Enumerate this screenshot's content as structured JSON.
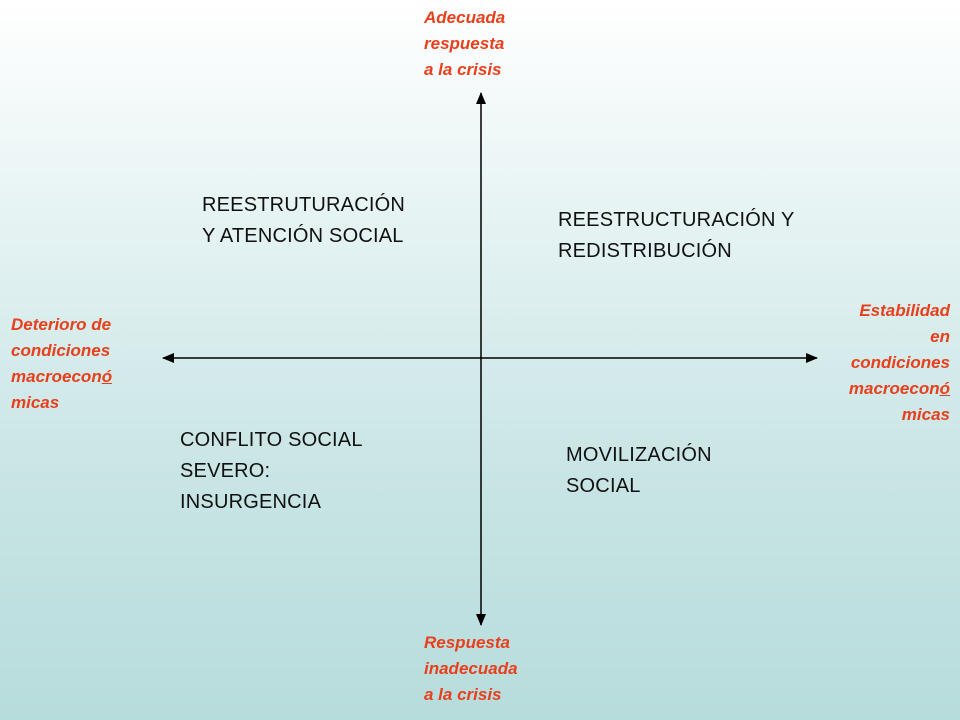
{
  "axes": {
    "top": [
      "Adecuada",
      "respuesta",
      "a la crisis"
    ],
    "bottom": [
      "Respuesta",
      "inadecuada",
      "a la crisis"
    ],
    "left": [
      "Deterioro de",
      "condiciones",
      "macroeconó",
      "micas"
    ],
    "right": [
      "Estabilidad",
      "en",
      "condiciones",
      "macroeconó",
      "micas"
    ]
  },
  "quadrants": {
    "top_left": [
      "REESTRUTURACIÓN",
      "Y ATENCIÓN SOCIAL"
    ],
    "top_right": [
      "REESTRUCTURACIÓN Y",
      "REDISTRIBUCIÓN"
    ],
    "bottom_left": [
      "CONFLITO SOCIAL",
      "SEVERO:",
      "INSURGENCIA"
    ],
    "bottom_right": [
      "MOVILIZACIÓN",
      "SOCIAL"
    ]
  },
  "colors": {
    "axis_label": "#e8401c",
    "quadrant_text": "#111111",
    "arrow": "#000000"
  }
}
